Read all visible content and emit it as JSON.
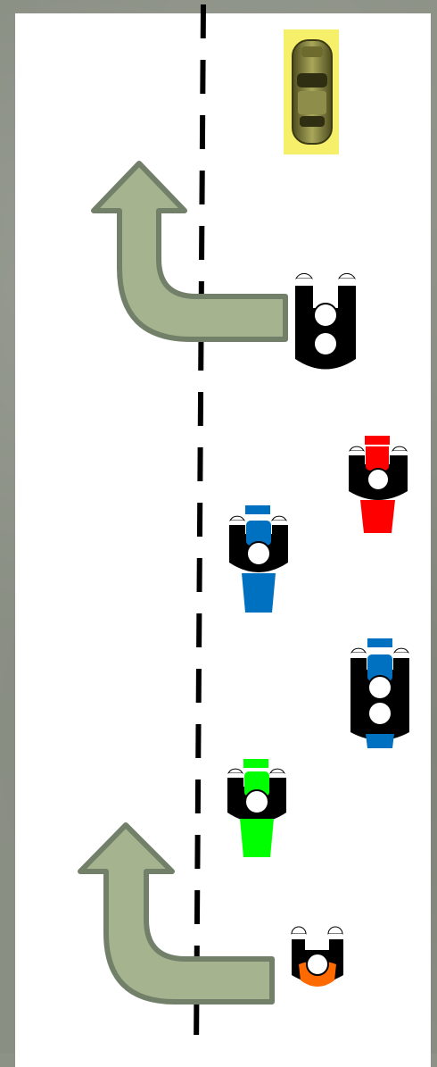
{
  "scene": {
    "road_color": "#ffffff",
    "background_color": "#8a8f84",
    "lane_divider": {
      "style": "dashed",
      "color": "#000000"
    },
    "arrows": [
      {
        "id": "upper-left-turn-arrow",
        "direction": "left-turn-then-up",
        "fill": "#a5b38f",
        "stroke": "#72806a"
      },
      {
        "id": "lower-left-turn-arrow",
        "direction": "left-turn-then-up",
        "fill": "#a5b38f",
        "stroke": "#72806a"
      }
    ],
    "car": {
      "color": "#7b7a3a",
      "highlight": "#f5ef6a"
    },
    "riders": [
      {
        "id": "black-rider-large",
        "bike_color": "#000000",
        "passengers": 2
      },
      {
        "id": "red-rider",
        "bike_color": "#ff0000",
        "passengers": 1
      },
      {
        "id": "blue-rider-left",
        "bike_color": "#0070c0",
        "passengers": 1
      },
      {
        "id": "blue-rider-right",
        "bike_color": "#0070c0",
        "passengers": 2
      },
      {
        "id": "green-rider",
        "bike_color": "#00ff00",
        "passengers": 1
      },
      {
        "id": "orange-rider",
        "bike_color": "#ff6a00",
        "passengers": 1
      }
    ]
  }
}
